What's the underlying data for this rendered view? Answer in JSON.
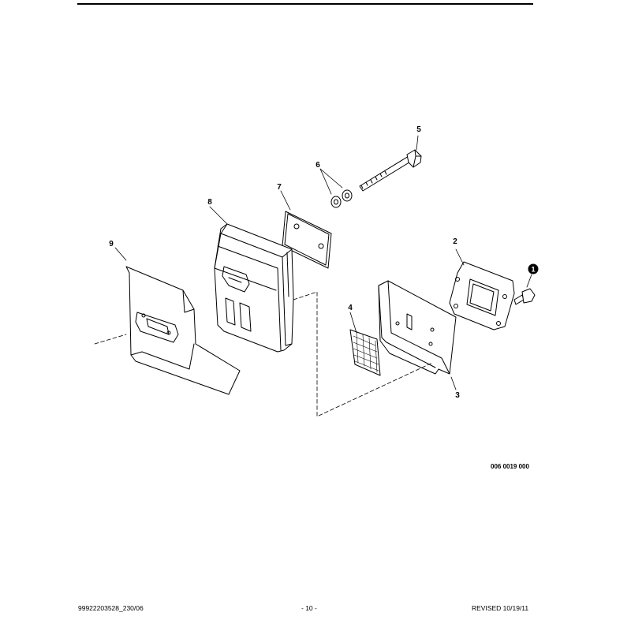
{
  "diagram": {
    "reference_code": "006 0019 000",
    "callouts": {
      "p1": "1",
      "p2": "2",
      "p3": "3",
      "p4": "4",
      "p5": "5",
      "p6": "6",
      "p7": "7",
      "p8": "8",
      "p9": "9"
    }
  },
  "footer": {
    "document_number": "99922203528_230/06",
    "page_number": "- 10 -",
    "revision": "REVISED 10/19/11"
  }
}
